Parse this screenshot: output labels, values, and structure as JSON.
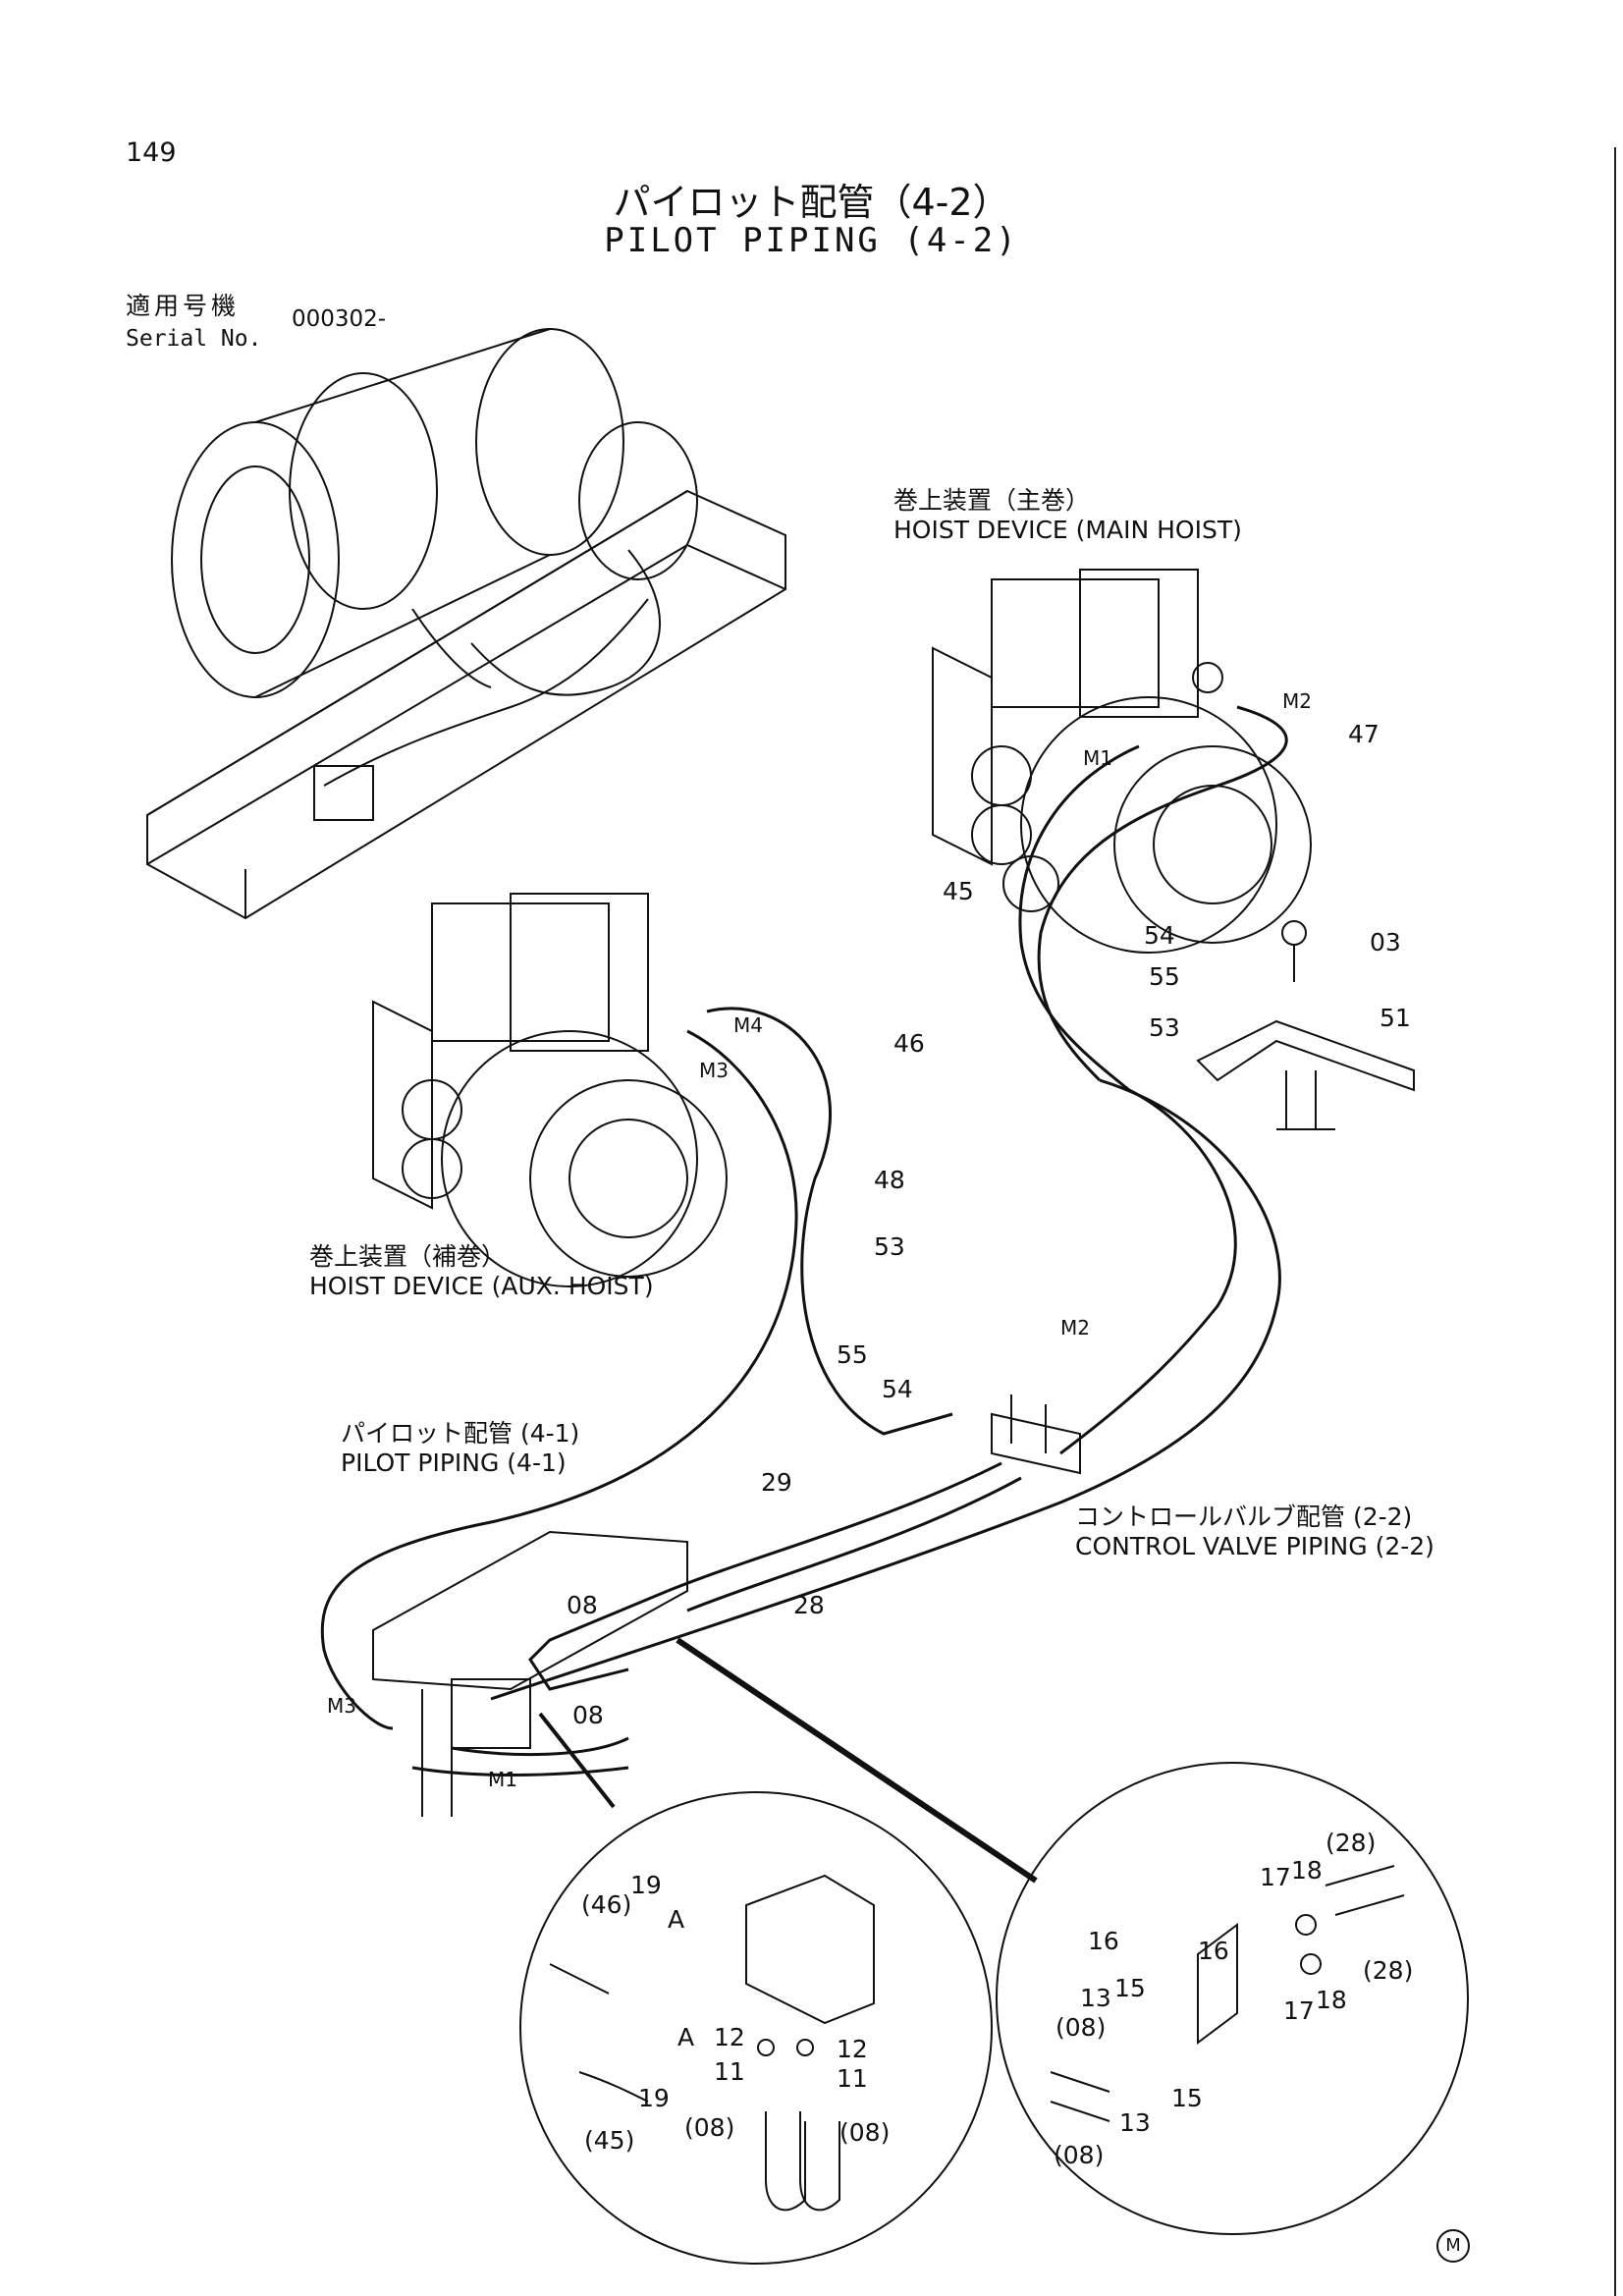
{
  "header": {
    "page_number": "149",
    "title_jp": "パイロット配管（4-2）",
    "title_en": "PILOT PIPING (4-2)",
    "serial_label_jp": "適用号機",
    "serial_label_en": "Serial No.",
    "serial_value": "000302-"
  },
  "labels": {
    "main_hoist_jp": "巻上装置（主巻）",
    "main_hoist_en": "HOIST DEVICE (MAIN HOIST)",
    "aux_hoist_jp": "巻上装置（補巻）",
    "aux_hoist_en": "HOIST DEVICE (AUX. HOIST)",
    "pilot_41_jp": "パイロット配管 (4-1)",
    "pilot_41_en": "PILOT PIPING (4-1)",
    "cv_jp": "コントロールバルブ配管 (2-2)",
    "cv_en": "CONTROL VALVE PIPING (2-2)",
    "detail_a": "A",
    "detail_a2": "A"
  },
  "ports": {
    "m1_top": "M1",
    "m2_top": "M2",
    "m3_aux": "M3",
    "m4_aux": "M4",
    "m2_cv": "M2",
    "m3_lower": "M3",
    "m1_lower": "M1"
  },
  "callouts": {
    "c47": "47",
    "c45": "45",
    "c54a": "54",
    "c03": "03",
    "c55a": "55",
    "c51": "51",
    "c53a": "53",
    "c46": "46",
    "c48": "48",
    "c53b": "53",
    "c55b": "55",
    "c54b": "54",
    "c29": "29",
    "c28": "28",
    "c08a": "08",
    "c08b": "08"
  },
  "detail_left": {
    "p46": "(46)",
    "p19a": "19",
    "p19b": "19",
    "p45": "(45)",
    "p12a": "12",
    "p12b": "12",
    "p11a": "11",
    "p11b": "11",
    "p08a": "(08)",
    "p08b": "(08)"
  },
  "detail_right": {
    "p28a": "(28)",
    "p28b": "(28)",
    "p17a": "17",
    "p18a": "18",
    "p17b": "17",
    "p18b": "18",
    "p16a": "16",
    "p16b": "16",
    "p13a": "13",
    "p15a": "15",
    "p13b": "13",
    "p15b": "15",
    "p08a": "(08)",
    "p08b": "(08)"
  },
  "footer": {
    "mark": "M"
  }
}
